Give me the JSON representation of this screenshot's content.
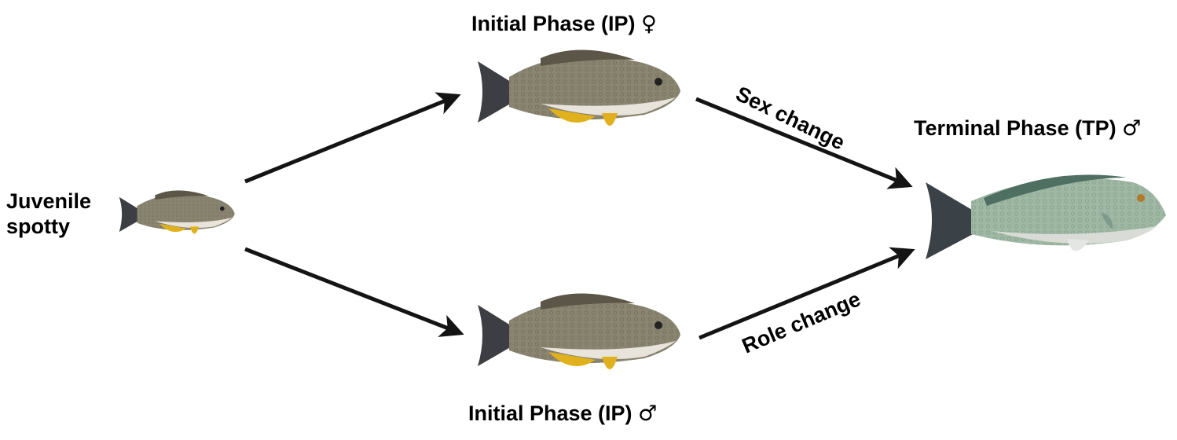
{
  "labels": {
    "juvenile_line1": "Juvenile",
    "juvenile_line2": "spotty",
    "ip_female": "Initial Phase (IP)",
    "ip_female_symbol": "♀",
    "ip_male": "Initial Phase (IP)",
    "ip_male_symbol": "♂",
    "terminal": "Terminal Phase (TP)",
    "terminal_symbol": "♂",
    "sex_change": "Sex change",
    "role_change": "Role change"
  },
  "colors": {
    "fish_body": "#8a8570",
    "fish_belly": "#e8e4dc",
    "fish_fin": "#e0b11c",
    "fish_tail": "#3c3e44",
    "tp_body": "#9fb8a4",
    "tp_back": "#4e6f62",
    "arrow": "#141414"
  }
}
